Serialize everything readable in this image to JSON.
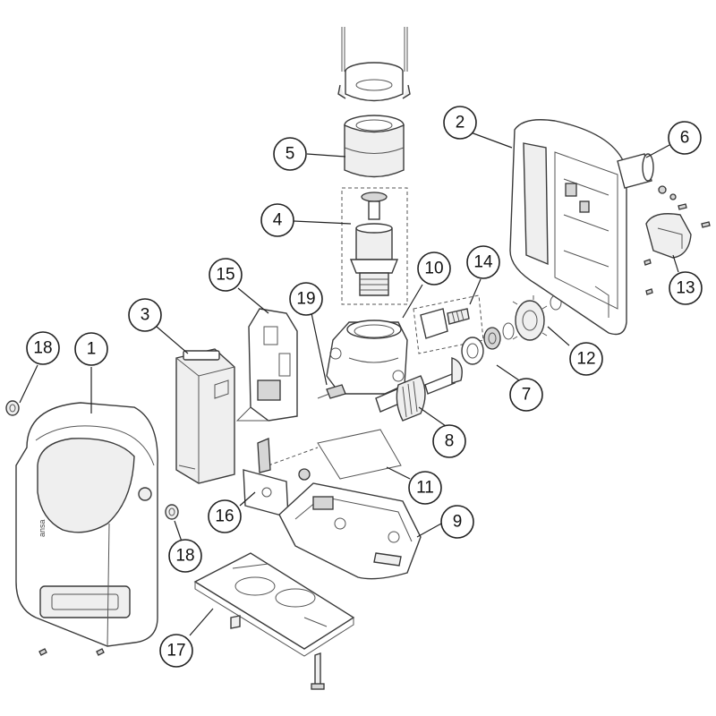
{
  "diagram": {
    "brand_mark": "ansa",
    "callouts": [
      {
        "id": "callout-1",
        "number": "1"
      },
      {
        "id": "callout-2",
        "number": "2"
      },
      {
        "id": "callout-3",
        "number": "3"
      },
      {
        "id": "callout-4",
        "number": "4"
      },
      {
        "id": "callout-5",
        "number": "5"
      },
      {
        "id": "callout-6",
        "number": "6"
      },
      {
        "id": "callout-7",
        "number": "7"
      },
      {
        "id": "callout-8",
        "number": "8"
      },
      {
        "id": "callout-9",
        "number": "9"
      },
      {
        "id": "callout-10",
        "number": "10"
      },
      {
        "id": "callout-11",
        "number": "11"
      },
      {
        "id": "callout-12",
        "number": "12"
      },
      {
        "id": "callout-13",
        "number": "13"
      },
      {
        "id": "callout-14",
        "number": "14"
      },
      {
        "id": "callout-15",
        "number": "15"
      },
      {
        "id": "callout-16",
        "number": "16"
      },
      {
        "id": "callout-17",
        "number": "17"
      },
      {
        "id": "callout-18a",
        "number": "18"
      },
      {
        "id": "callout-18b",
        "number": "18"
      },
      {
        "id": "callout-19",
        "number": "19"
      }
    ]
  }
}
